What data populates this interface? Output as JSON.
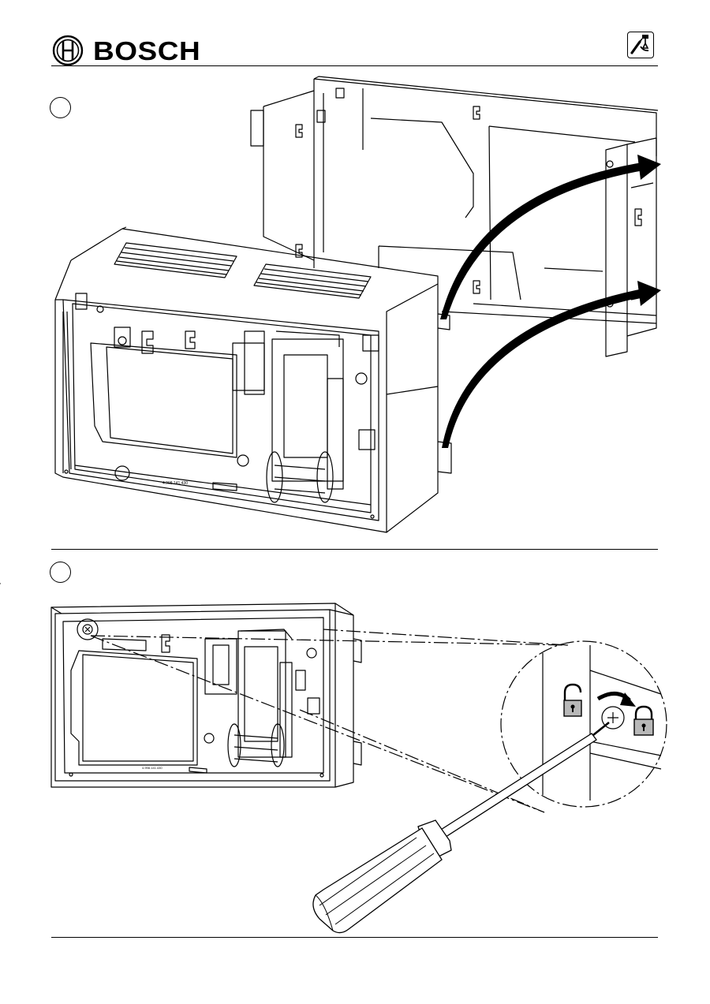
{
  "header": {
    "brand": "BOSCH",
    "logo_icon": "bosch-armature-icon",
    "tool_icon": "screwdriver-wrench-icon"
  },
  "steps": [
    {
      "number": "",
      "illustration": "wall-mount-installation"
    },
    {
      "number": "",
      "illustration": "lock-screw-fastening"
    }
  ],
  "detail": {
    "unlock_icon": "unlocked-padlock-icon",
    "lock_icon": "locked-padlock-icon",
    "arrow_icon": "curved-arrow-icon"
  }
}
